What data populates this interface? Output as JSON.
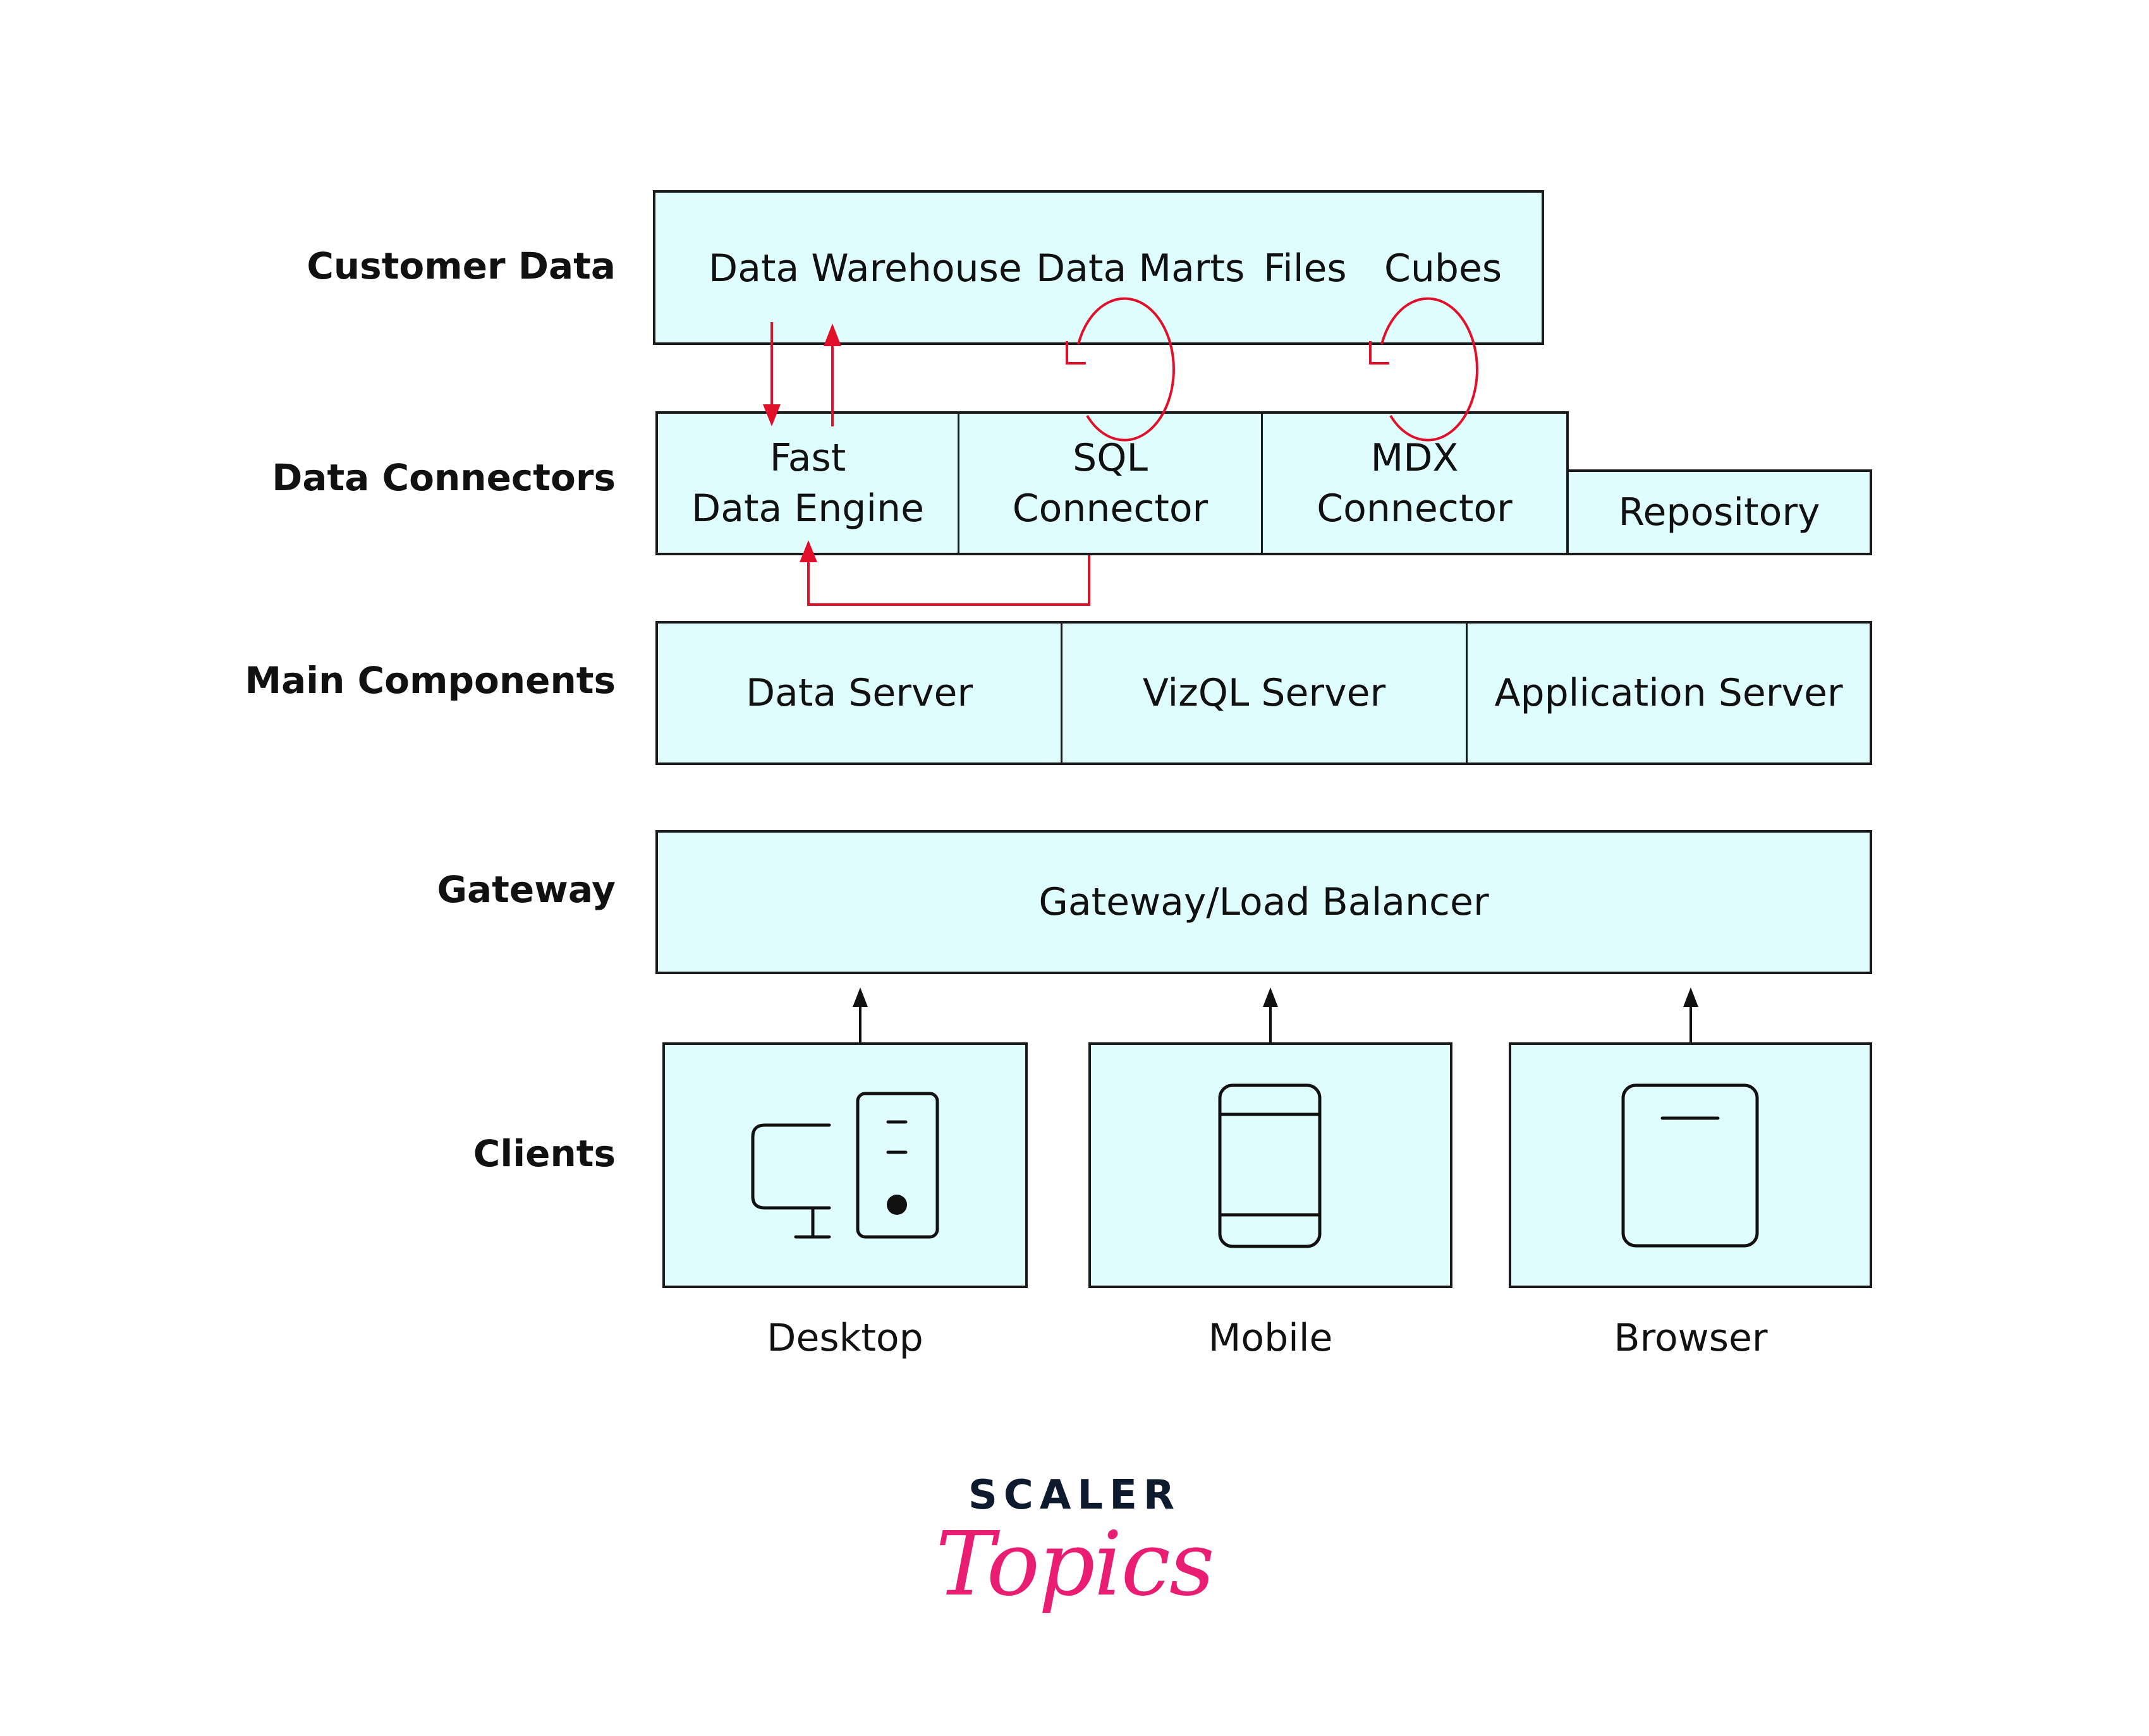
{
  "layers": {
    "customer_data": "Customer Data",
    "data_connectors": "Data Connectors",
    "main_components": "Main Components",
    "gateway": "Gateway",
    "clients": "Clients"
  },
  "customer_data": {
    "items": [
      "Data Warehouse",
      "Data Marts",
      "Files",
      "Cubes"
    ]
  },
  "data_connectors": {
    "fast_data_engine": [
      "Fast",
      "Data Engine"
    ],
    "sql_connector": [
      "SQL",
      "Connector"
    ],
    "mdx_connector": [
      "MDX",
      "Connector"
    ],
    "repository": "Repository"
  },
  "main_components": [
    "Data Server",
    "VizQL Server",
    "Application Server"
  ],
  "gateway": {
    "label": "Gateway/Load Balancer"
  },
  "clients": [
    "Desktop",
    "Mobile",
    "Browser"
  ],
  "icons": {
    "desktop": "desktop-computer-icon",
    "mobile": "mobile-phone-icon",
    "browser": "browser-window-icon"
  },
  "colors": {
    "box_fill": "#e0fdfd",
    "border": "#1a1a1a",
    "flow_arrow": "#e0102a",
    "logo_dark": "#0e1a2e",
    "logo_pink": "#e91e73"
  },
  "logo": {
    "line1": "SCALER",
    "line2": "Topics"
  }
}
